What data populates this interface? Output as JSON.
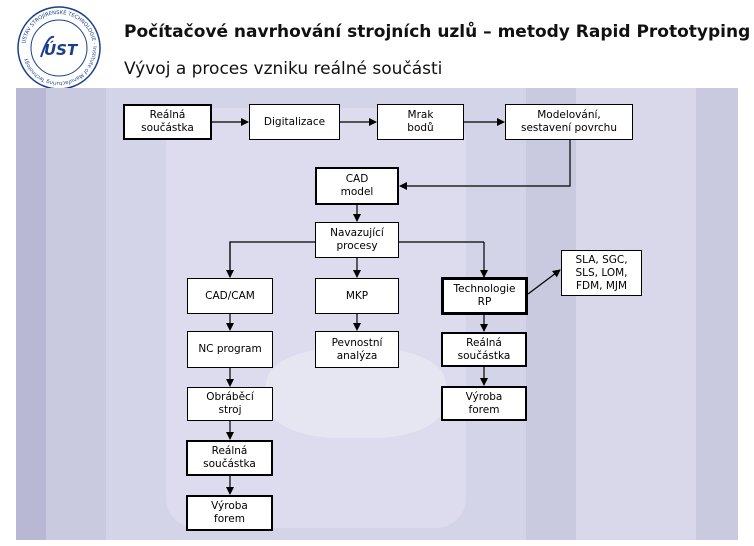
{
  "header": {
    "title": "Počítačové navrhování strojních uzlů – metody Rapid Prototyping",
    "subtitle": "Vývoj a proces vzniku reálné součásti"
  },
  "logo": {
    "text": "ÚST",
    "ring_text": "ÚSTAV STROJÍRENSKÉ TECHNOLOGIE · Institute of Manufacturing Technology",
    "color": "#1a3e8c"
  },
  "diagram": {
    "nodes": {
      "realna1": "Reálná\nsoučástka",
      "digitalizace": "Digitalizace",
      "mrak": "Mrak\nbodů",
      "modelovani": "Modelování,\nsestavení povrchu",
      "cad": "CAD\nmodel",
      "navazujici": "Navazující\nprocesy",
      "cadcam": "CAD/CAM",
      "mkp": "MKP",
      "technologie": "Technologie\nRP",
      "metody": "SLA, SGC,\nSLS, LOM,\nFDM, MJM",
      "nc": "NC program",
      "pevnostni": "Pevnostní\nanalýza",
      "realna_rp": "Reálná\nsoučástka",
      "obrabeci": "Obráběcí\nstroj",
      "vyroba_rp": "Výroba\nforem",
      "realna_nc": "Reálná\nsoučástka",
      "vyroba_nc": "Výroba\nforem"
    }
  }
}
